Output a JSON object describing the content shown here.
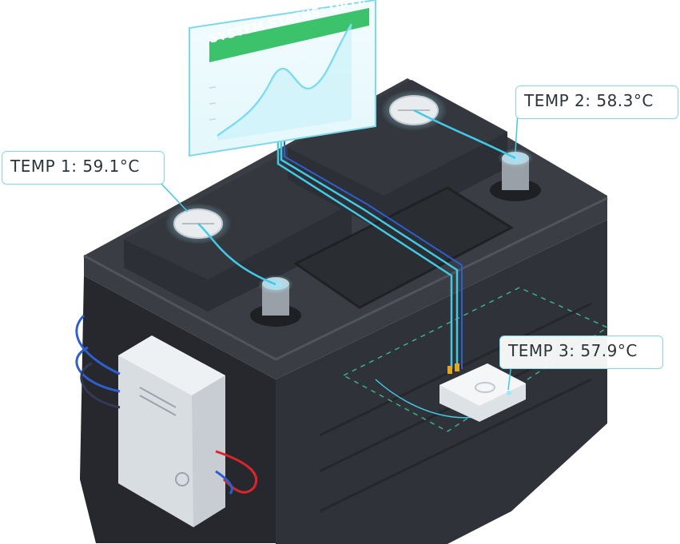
{
  "status_panel": {
    "label": "SYSTEM STATUS: OPTIM"
  },
  "sensors": [
    {
      "label": "TEMP 1: 59.1°C"
    },
    {
      "label": "TEMP 2: 58.3°C"
    },
    {
      "label": "TEMP 3: 57.9°C"
    }
  ],
  "colors": {
    "battery_body": "#2f3238",
    "battery_top": "#3a3d44",
    "accent_cyan": "#41c9e6",
    "status_green": "#3cc26a",
    "wire_blue": "#2d5fd0",
    "wire_red": "#d9262c",
    "module_white": "#eef1f4"
  }
}
